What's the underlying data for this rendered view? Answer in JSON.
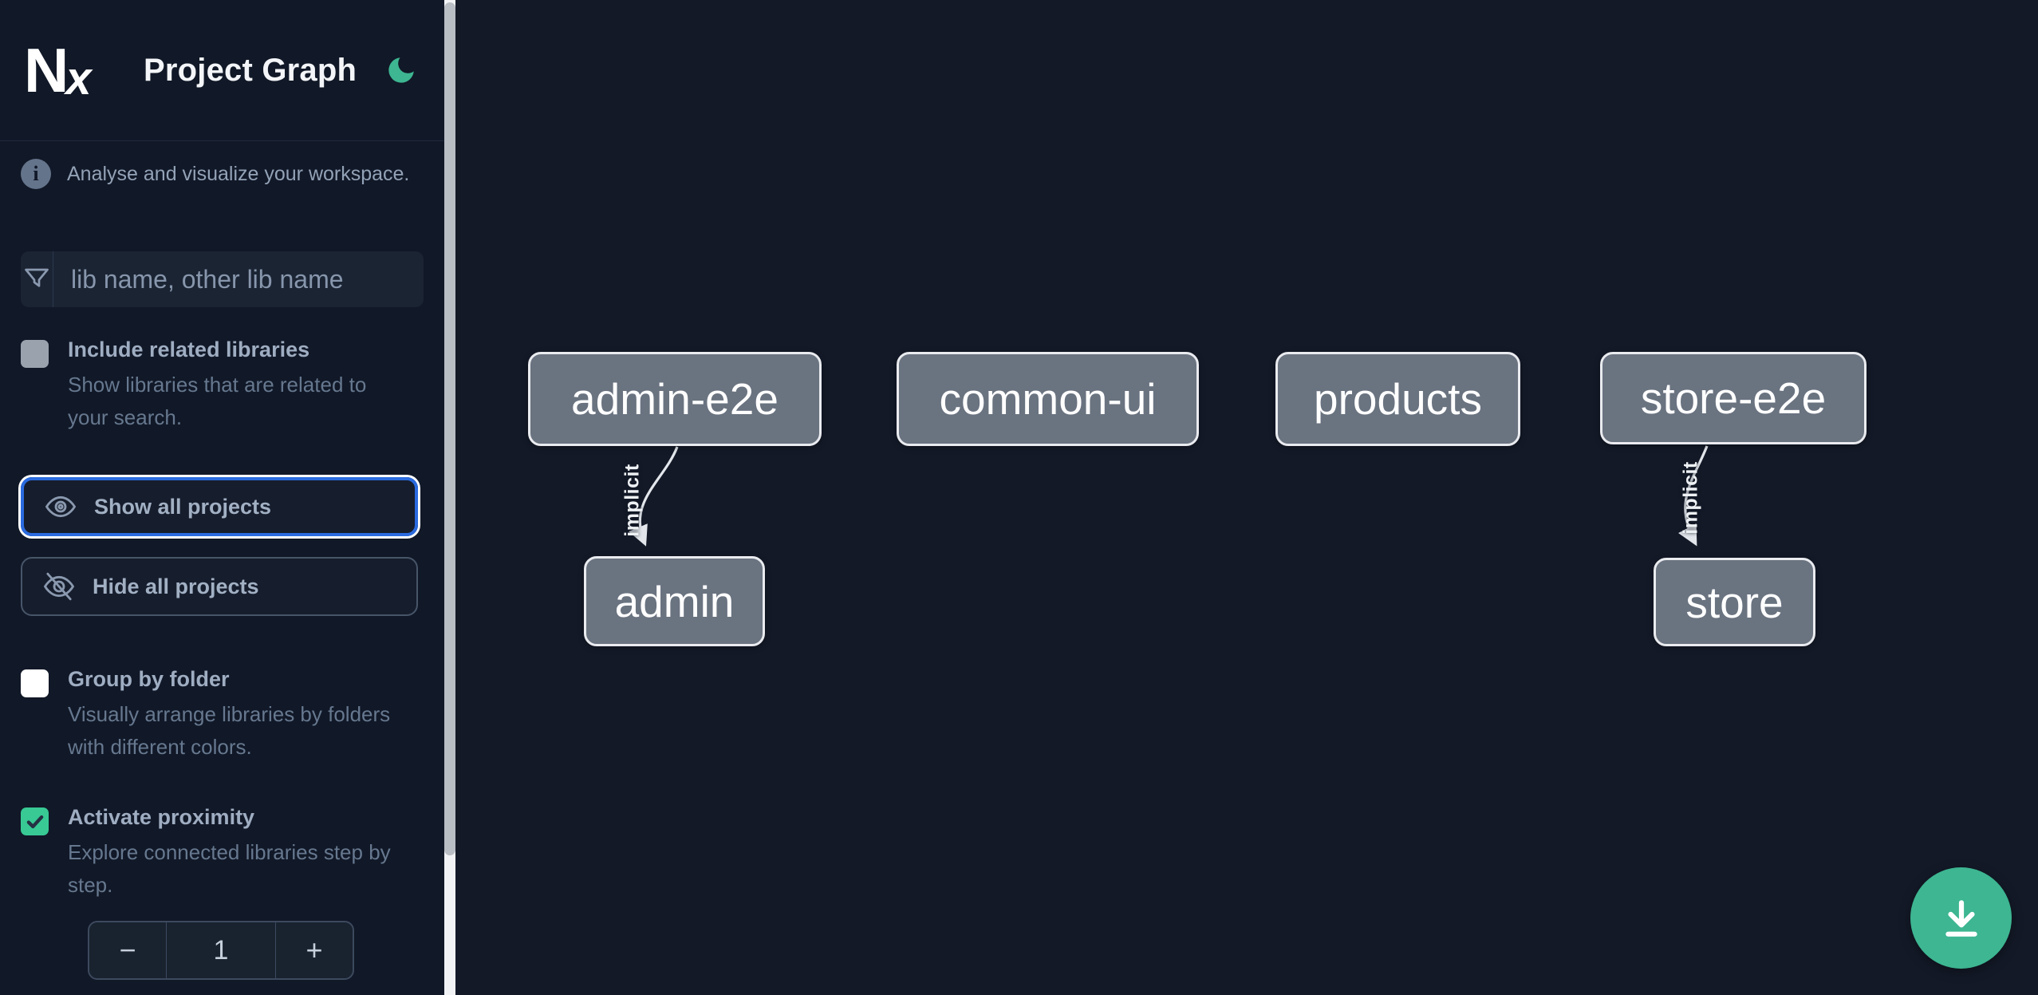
{
  "app": {
    "logo_text": "Nx",
    "title": "Project Graph"
  },
  "sidebar": {
    "info_text": "Analyse and visualize your workspace.",
    "search_placeholder": "lib name, other lib name",
    "show_all_label": "Show all projects",
    "hide_all_label": "Hide all projects",
    "checkboxes": [
      {
        "label": "Include related libraries",
        "description": "Show libraries that are related to your search.",
        "checked": false
      },
      {
        "label": "Group by folder",
        "description": "Visually arrange libraries by folders with different colors.",
        "checked": false
      },
      {
        "label": "Activate proximity",
        "description": "Explore connected libraries step by step.",
        "checked": true
      }
    ],
    "proximity_stepper": {
      "decrement": "−",
      "value": "1",
      "increment": "+"
    }
  },
  "graph": {
    "nodes": [
      {
        "label": "admin-e2e"
      },
      {
        "label": "common-ui"
      },
      {
        "label": "products"
      },
      {
        "label": "store-e2e"
      },
      {
        "label": "admin"
      },
      {
        "label": "store"
      }
    ],
    "edges": [
      {
        "from": "admin-e2e",
        "to": "admin",
        "label": "implicit"
      },
      {
        "from": "store-e2e",
        "to": "store",
        "label": "implicit"
      }
    ]
  },
  "colors": {
    "sidebar_bg": "#111827",
    "canvas_bg": "#131927",
    "accent_green": "#3db691",
    "checkbox_checked_green": "#38c995",
    "focus_blue": "#2b6be0",
    "node_fill": "#6a7380",
    "node_border": "#e9ebef",
    "edge_color": "#e3e7ec"
  }
}
